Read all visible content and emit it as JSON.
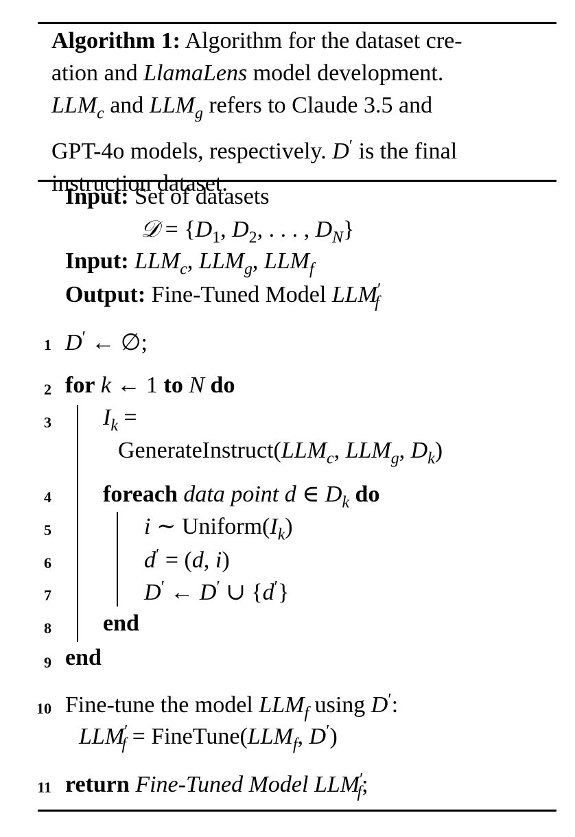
{
  "caption": {
    "label": "Algorithm 1:",
    "line1": "Algorithm for the dataset cre-",
    "line2_a": "ation and ",
    "line2_model": "LlamaLens",
    "line2_b": " model development.",
    "line3_b": " refers to Claude 3.5 and",
    "line4_a": "GPT-4o models, respectively. ",
    "line4_b": " is the final",
    "line5": "instruction dataset."
  },
  "header": {
    "input1_label": "Input:",
    "input1_text": "Set of datasets",
    "input2_label": "Input:",
    "output_label": "Output:",
    "output_text": "Fine-Tuned Model"
  },
  "lines": [
    {
      "num": "1"
    },
    {
      "num": "2",
      "kw_for": "for",
      "kw_to": "to",
      "kw_do": "do"
    },
    {
      "num": "3",
      "fn": "GenerateInstruct"
    },
    {
      "num": "4",
      "kw_foreach": "foreach",
      "text": "data point",
      "kw_do": "do"
    },
    {
      "num": "5",
      "fn": "Uniform"
    },
    {
      "num": "6"
    },
    {
      "num": "7"
    },
    {
      "num": "8",
      "kw_end": "end"
    },
    {
      "num": "9",
      "kw_end": "end"
    },
    {
      "num": "10",
      "text_a": "Fine-tune the model",
      "text_b": "using",
      "fn": "FineTune"
    },
    {
      "num": "11",
      "kw_return": "return",
      "text": "Fine-Tuned Model"
    }
  ]
}
